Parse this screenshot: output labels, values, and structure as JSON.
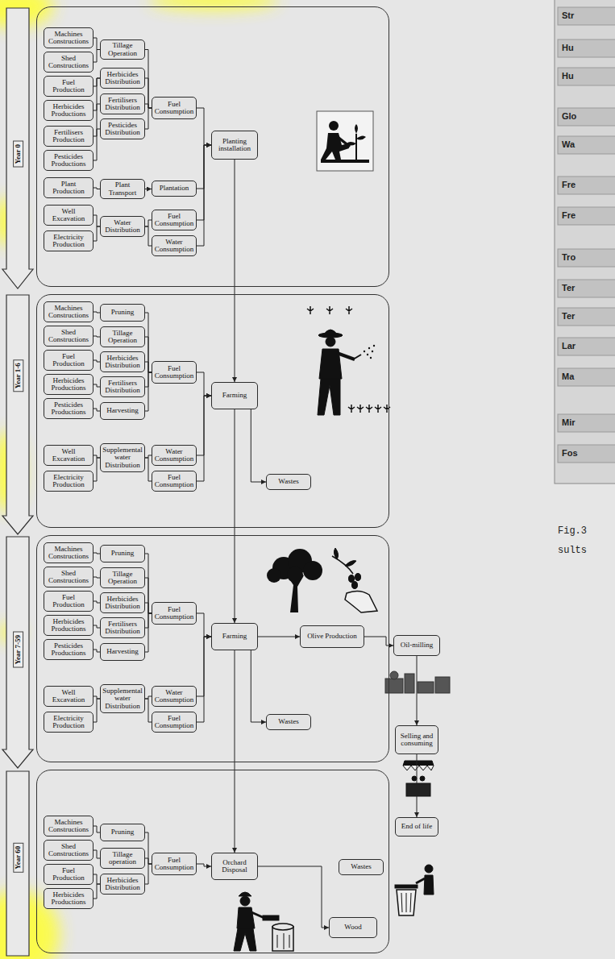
{
  "diagram": {
    "nodes": [
      {
        "text": [
          "Year 0"
        ]
      },
      {
        "text": [
          "Machines Constructions"
        ],
        "in": 0
      },
      {
        "text": [
          "Shed Constructions"
        ],
        "in": 0
      },
      {
        "text": [
          "Fuel Production"
        ],
        "in": 0
      },
      {
        "text": [
          "Herbicides Productions"
        ],
        "in": 0
      },
      {
        "text": [
          "Fertilisers Production"
        ],
        "in": 0
      },
      {
        "text": [
          "Pesticides Productions"
        ],
        "in": 0
      },
      {
        "text": [
          "Plant Production"
        ],
        "in": 0
      },
      {
        "text": [
          "Well Excavation"
        ],
        "in": 0
      },
      {
        "text": [
          "Electricity Production"
        ],
        "in": 0
      },
      {
        "text": [
          "Tillage Operation"
        ],
        "in": 0
      },
      {
        "text": [
          "Herbicides Distribution"
        ],
        "in": 0
      },
      {
        "text": [
          "Fertilisers Distribution"
        ],
        "in": 0
      },
      {
        "text": [
          "Pesticides Distribution"
        ],
        "in": 0
      },
      {
        "text": [
          "Plant Transport"
        ],
        "in": 0
      },
      {
        "text": [
          "Water Distribution"
        ],
        "in": 0
      },
      {
        "text": [
          "Fuel Consumption"
        ],
        "in": 0
      },
      {
        "text": [
          "Plantation"
        ],
        "in": 0
      },
      {
        "text": [
          "Fuel Consumption"
        ],
        "in": 0
      },
      {
        "text": [
          "Water Consumption"
        ],
        "in": 0
      },
      {
        "text": [
          "Planting installation"
        ],
        "in": 0
      },
      {
        "text": [
          "Year 1-6"
        ]
      },
      {
        "text": [
          "Machines Constructions"
        ],
        "in": 21
      },
      {
        "text": [
          "Shed Constructions"
        ],
        "in": 21
      },
      {
        "text": [
          "Fuel Production"
        ],
        "in": 21
      },
      {
        "text": [
          "Herbicides Productions"
        ],
        "in": 21
      },
      {
        "text": [
          "Pesticides Productions"
        ],
        "in": 21
      },
      {
        "text": [
          "Well Excavation"
        ],
        "in": 21
      },
      {
        "text": [
          "Electricity Production"
        ],
        "in": 21
      },
      {
        "text": [
          "Pruning"
        ],
        "in": 21
      },
      {
        "text": [
          "Tillage Operation"
        ],
        "in": 21
      },
      {
        "text": [
          "Herbicides Distribution"
        ],
        "in": 21
      },
      {
        "text": [
          "Fertilisers Distribution"
        ],
        "in": 21
      },
      {
        "text": [
          "Harvesting"
        ],
        "in": 21
      },
      {
        "text": [
          "Supplemental water Distribution"
        ],
        "in": 21
      },
      {
        "text": [
          "Fuel Consumption"
        ],
        "in": 21
      },
      {
        "text": [
          "Water Consumption"
        ],
        "in": 21
      },
      {
        "text": [
          "Fuel Consumption"
        ],
        "in": 21
      },
      {
        "text": [
          "Farming"
        ],
        "in": 21
      },
      {
        "text": [
          "Wastes"
        ],
        "in": 21
      },
      {
        "text": [
          "Year 7-59"
        ]
      },
      {
        "text": [
          "Machines Constructions"
        ],
        "in": 40
      },
      {
        "text": [
          "Shed Constructions"
        ],
        "in": 40
      },
      {
        "text": [
          "Fuel Production"
        ],
        "in": 40
      },
      {
        "text": [
          "Herbicides Productions"
        ],
        "in": 40
      },
      {
        "text": [
          "Pesticides Productions"
        ],
        "in": 40
      },
      {
        "text": [
          "Well Excavation"
        ],
        "in": 40
      },
      {
        "text": [
          "Electricity Production"
        ],
        "in": 40
      },
      {
        "text": [
          "Pruning"
        ],
        "in": 40
      },
      {
        "text": [
          "Tillage Operation"
        ],
        "in": 40
      },
      {
        "text": [
          "Herbicides Distribution"
        ],
        "in": 40
      },
      {
        "text": [
          "Fertilisers Distribution"
        ],
        "in": 40
      },
      {
        "text": [
          "Harvesting"
        ],
        "in": 40
      },
      {
        "text": [
          "Supplemental water Distribution"
        ],
        "in": 40
      },
      {
        "text": [
          "Fuel Consumption"
        ],
        "in": 40
      },
      {
        "text": [
          "Water Consumption"
        ],
        "in": 40
      },
      {
        "text": [
          "Fuel Consumption"
        ],
        "in": 40
      },
      {
        "text": [
          "Farming"
        ],
        "in": 40
      },
      {
        "text": [
          "Olive Production"
        ],
        "in": 40
      },
      {
        "text": [
          "Wastes"
        ],
        "in": 40
      },
      {
        "text": [
          "Year 60"
        ]
      },
      {
        "text": [
          "Machines Constructions"
        ],
        "in": 60
      },
      {
        "text": [
          "Shed Constructions"
        ],
        "in": 60
      },
      {
        "text": [
          "Fuel Production"
        ],
        "in": 60
      },
      {
        "text": [
          "Herbicides Productions"
        ],
        "in": 60
      },
      {
        "text": [
          "Pruning"
        ],
        "in": 60
      },
      {
        "text": [
          "Tillage operation"
        ],
        "in": 60
      },
      {
        "text": [
          "Herbicides Distribution"
        ],
        "in": 60
      },
      {
        "text": [
          "Fuel Consumption"
        ],
        "in": 60
      },
      {
        "text": [
          "Orchard Disposal"
        ],
        "in": 60
      },
      {
        "text": [
          "Wastes"
        ],
        "in": 60
      },
      {
        "text": [
          "Wood"
        ],
        "in": 60
      },
      {
        "text": [
          "Oil-milling"
        ]
      },
      {
        "text": [
          "Selling and consuming"
        ]
      },
      {
        "text": [
          "End of life"
        ]
      }
    ],
    "edges": [
      {
        "from": 1,
        "to": 10,
        "arrow": "none"
      },
      {
        "from": 2,
        "to": 10,
        "arrow": "none"
      },
      {
        "from": 3,
        "to": 11,
        "arrow": "none"
      },
      {
        "from": 4,
        "to": 11,
        "arrow": "none"
      },
      {
        "from": 5,
        "to": 12,
        "arrow": "none"
      },
      {
        "from": 6,
        "to": 13,
        "arrow": "none"
      },
      {
        "from": 7,
        "to": 14,
        "arrow": "none"
      },
      {
        "from": 8,
        "to": 15,
        "arrow": "none"
      },
      {
        "from": 9,
        "to": 15,
        "arrow": "none"
      },
      {
        "from": 10,
        "to": 16,
        "arrow": "none"
      },
      {
        "from": 11,
        "to": 16,
        "arrow": "none"
      },
      {
        "from": 12,
        "to": 16,
        "arrow": "none"
      },
      {
        "from": 13,
        "to": 16,
        "arrow": "none"
      },
      {
        "from": 14,
        "to": 17,
        "arrow": "to"
      },
      {
        "from": 15,
        "to": 18,
        "arrow": "none"
      },
      {
        "from": 15,
        "to": 19,
        "arrow": "none"
      },
      {
        "from": 16,
        "to": 20,
        "arrow": "to"
      },
      {
        "from": 17,
        "to": 20,
        "arrow": "to"
      },
      {
        "from": 18,
        "to": 20,
        "arrow": "to"
      },
      {
        "from": 19,
        "to": 20,
        "arrow": "to"
      },
      {
        "from": 20,
        "to": 38,
        "arrow": "to"
      },
      {
        "from": 22,
        "to": 29,
        "arrow": "none"
      },
      {
        "from": 23,
        "to": 30,
        "arrow": "none"
      },
      {
        "from": 24,
        "to": 31,
        "arrow": "none"
      },
      {
        "from": 25,
        "to": 32,
        "arrow": "none"
      },
      {
        "from": 26,
        "to": 33,
        "arrow": "none"
      },
      {
        "from": 27,
        "to": 34,
        "arrow": "none"
      },
      {
        "from": 28,
        "to": 34,
        "arrow": "none"
      },
      {
        "from": 29,
        "to": 35,
        "arrow": "none"
      },
      {
        "from": 30,
        "to": 35,
        "arrow": "none"
      },
      {
        "from": 31,
        "to": 35,
        "arrow": "none"
      },
      {
        "from": 32,
        "to": 35,
        "arrow": "none"
      },
      {
        "from": 33,
        "to": 35,
        "arrow": "none"
      },
      {
        "from": 34,
        "to": 36,
        "arrow": "none"
      },
      {
        "from": 34,
        "to": 37,
        "arrow": "none"
      },
      {
        "from": 35,
        "to": 38,
        "arrow": "to"
      },
      {
        "from": 36,
        "to": 38,
        "arrow": "to"
      },
      {
        "from": 37,
        "to": 38,
        "arrow": "to"
      },
      {
        "from": 38,
        "to": 39,
        "arrow": "to"
      },
      {
        "from": 38,
        "to": 57,
        "arrow": "to"
      },
      {
        "from": 41,
        "to": 48,
        "arrow": "none"
      },
      {
        "from": 42,
        "to": 49,
        "arrow": "none"
      },
      {
        "from": 43,
        "to": 50,
        "arrow": "none"
      },
      {
        "from": 44,
        "to": 51,
        "arrow": "none"
      },
      {
        "from": 45,
        "to": 52,
        "arrow": "none"
      },
      {
        "from": 46,
        "to": 53,
        "arrow": "none"
      },
      {
        "from": 47,
        "to": 53,
        "arrow": "none"
      },
      {
        "from": 48,
        "to": 54,
        "arrow": "none"
      },
      {
        "from": 49,
        "to": 54,
        "arrow": "none"
      },
      {
        "from": 50,
        "to": 54,
        "arrow": "none"
      },
      {
        "from": 51,
        "to": 54,
        "arrow": "none"
      },
      {
        "from": 52,
        "to": 54,
        "arrow": "none"
      },
      {
        "from": 53,
        "to": 55,
        "arrow": "none"
      },
      {
        "from": 53,
        "to": 56,
        "arrow": "none"
      },
      {
        "from": 54,
        "to": 57,
        "arrow": "to"
      },
      {
        "from": 55,
        "to": 57,
        "arrow": "to"
      },
      {
        "from": 56,
        "to": 57,
        "arrow": "to"
      },
      {
        "from": 57,
        "to": 58,
        "arrow": "to"
      },
      {
        "from": 57,
        "to": 59,
        "arrow": "to"
      },
      {
        "from": 58,
        "to": 72,
        "arrow": "to"
      },
      {
        "from": 72,
        "to": 73,
        "arrow": "to"
      },
      {
        "from": 73,
        "to": 74,
        "arrow": "to"
      },
      {
        "from": 57,
        "to": 69,
        "arrow": "to"
      },
      {
        "from": 61,
        "to": 65,
        "arrow": "none"
      },
      {
        "from": 62,
        "to": 66,
        "arrow": "none"
      },
      {
        "from": 63,
        "to": 67,
        "arrow": "none"
      },
      {
        "from": 64,
        "to": 67,
        "arrow": "none"
      },
      {
        "from": 65,
        "to": 68,
        "arrow": "none"
      },
      {
        "from": 66,
        "to": 68,
        "arrow": "none"
      },
      {
        "from": 67,
        "to": 68,
        "arrow": "none"
      },
      {
        "from": 68,
        "to": 69,
        "arrow": "to"
      },
      {
        "from": 69,
        "to": 71,
        "arrow": "to"
      }
    ],
    "labels": [
      "Str",
      "Hu",
      "Hu",
      "Glo",
      "Wa",
      "Fre",
      "Fre",
      "Tro",
      "Ter",
      "Ter",
      "Lar",
      "Ma",
      "Mir",
      "Fos",
      "Fig.3",
      "sults"
    ]
  }
}
